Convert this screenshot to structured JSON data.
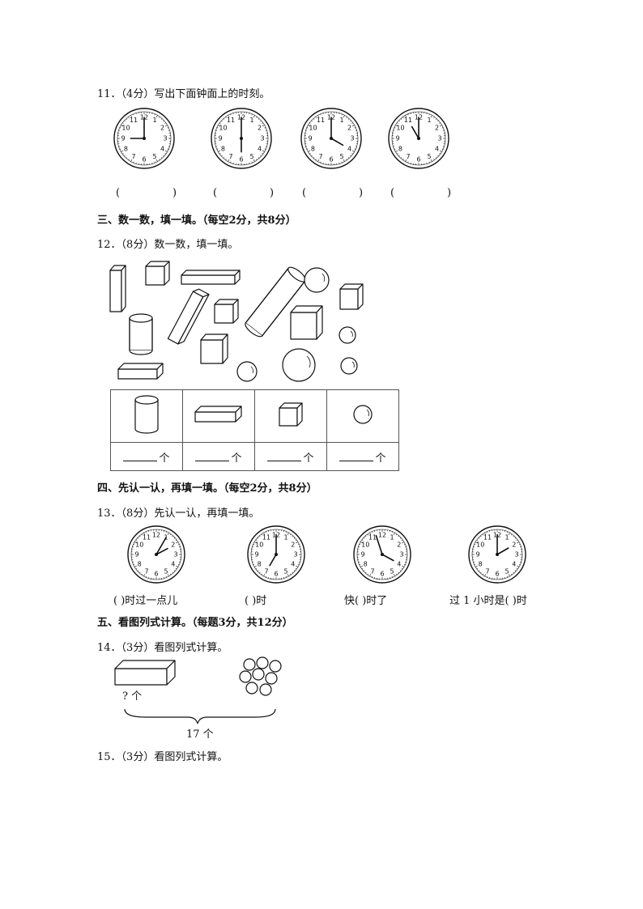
{
  "q11": {
    "label": "11．（4分）写出下面钟面上的时刻。",
    "clocks": [
      {
        "h": 9,
        "m": 0
      },
      {
        "h": 6,
        "m": 0
      },
      {
        "h": 4,
        "m": 0
      },
      {
        "h": 11,
        "m": 0
      }
    ],
    "blanks": [
      "(",
      ")",
      "(",
      ")",
      "(",
      ")",
      "(",
      ")"
    ]
  },
  "sec3": "三、数一数，填一填。（每空2分，共8分）",
  "q12": {
    "label": "12．（8分）数一数，填一填。",
    "unit": "个"
  },
  "sec4": "四、先认一认，再填一填。（每空2分，共8分）",
  "q13": {
    "label": "13．（8分）先认一认，再填一填。",
    "clocks": [
      {
        "h": 2,
        "m": 5
      },
      {
        "h": 7,
        "m": 0
      },
      {
        "h": 3,
        "m": 57
      },
      {
        "h": 2,
        "m": 0
      }
    ],
    "captions": [
      "(     )时过一点儿",
      "(     )时",
      "快(     )时了",
      "过 1 小时是(     )时"
    ]
  },
  "sec5": "五、看图列式计算。（每题3分，共12分）",
  "q14": {
    "label": "14．（3分）看图列式计算。",
    "unknown": "? 个",
    "total": "17 个"
  },
  "q15": {
    "label": "15．（3分）看图列式计算。"
  }
}
